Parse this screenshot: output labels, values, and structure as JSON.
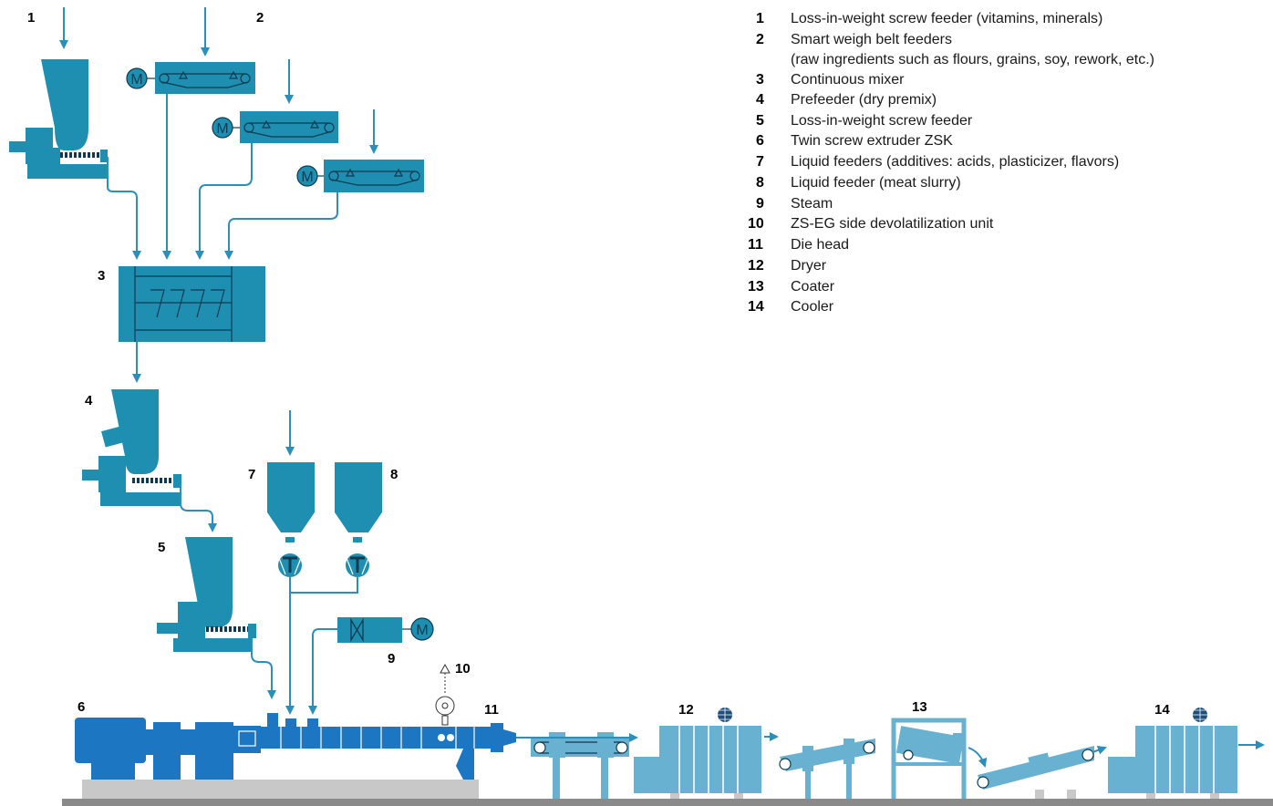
{
  "colors": {
    "equipment": "#1f8fb1",
    "extruder": "#1d76c2",
    "flow_line": "#2b8fba",
    "conveyor": "#69b1d0",
    "base": "#c8c8c8",
    "floor": "#8a8a8a"
  },
  "callouts": {
    "c1": "1",
    "c2": "2",
    "c3": "3",
    "c4": "4",
    "c5": "5",
    "c6": "6",
    "c7": "7",
    "c8": "8",
    "c9": "9",
    "c10": "10",
    "c11": "11",
    "c12": "12",
    "c13": "13",
    "c14": "14"
  },
  "motor_label": "M",
  "legend": [
    {
      "num": "1",
      "text": "Loss-in-weight screw feeder (vitamins, minerals)"
    },
    {
      "num": "2",
      "text": "Smart weigh belt feeders"
    },
    {
      "num": "",
      "text": "(raw ingredients such as flours, grains, soy, rework, etc.)"
    },
    {
      "num": "3",
      "text": "Continuous mixer"
    },
    {
      "num": "4",
      "text": "Prefeeder (dry premix)"
    },
    {
      "num": "5",
      "text": "Loss-in-weight screw feeder"
    },
    {
      "num": "6",
      "text": "Twin screw extruder ZSK"
    },
    {
      "num": "7",
      "text": "Liquid feeders (additives: acids, plasticizer, flavors)"
    },
    {
      "num": "8",
      "text": "Liquid feeder (meat slurry)"
    },
    {
      "num": "9",
      "text": "Steam"
    },
    {
      "num": "10",
      "text": "ZS-EG side devolatilization unit"
    },
    {
      "num": "11",
      "text": "Die head"
    },
    {
      "num": "12",
      "text": "Dryer"
    },
    {
      "num": "13",
      "text": "Coater"
    },
    {
      "num": "14",
      "text": "Cooler"
    }
  ]
}
